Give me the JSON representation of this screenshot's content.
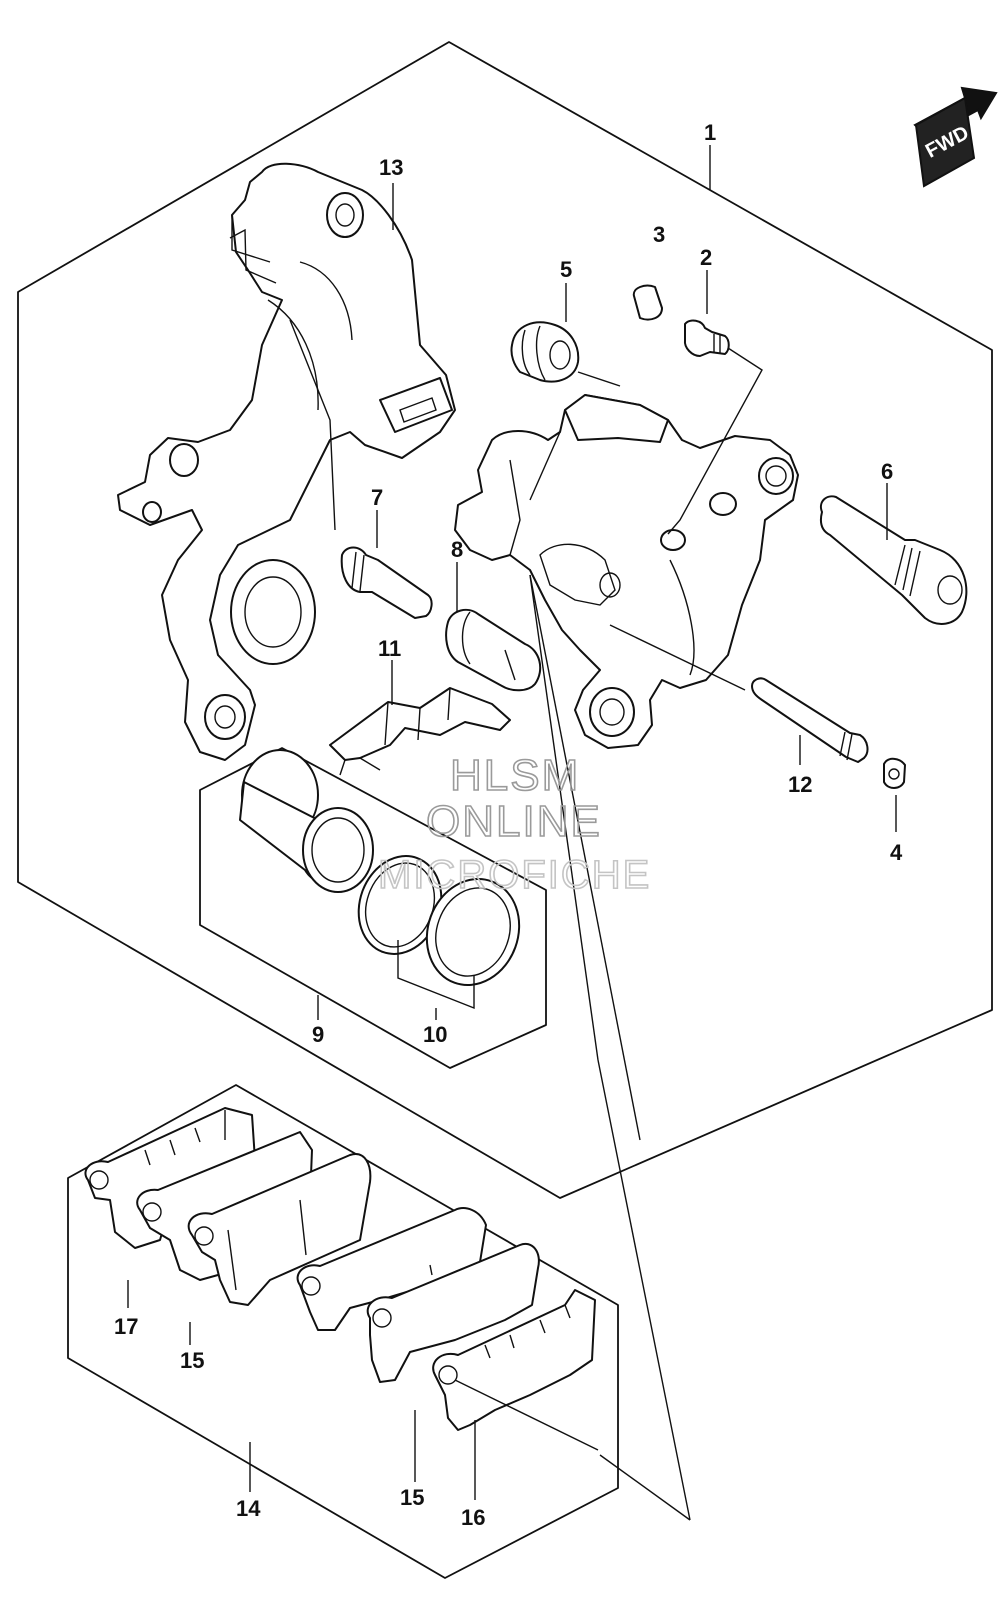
{
  "direction_badge": "FWD",
  "watermark": {
    "line1": "HLSM",
    "line2": "ONLINE",
    "line3": "MICROFICHE"
  },
  "callouts": {
    "c1": "1",
    "c2": "2",
    "c3": "3",
    "c4": "4",
    "c5": "5",
    "c6": "6",
    "c7": "7",
    "c8": "8",
    "c9": "9",
    "c10": "10",
    "c11": "11",
    "c12": "12",
    "c13": "13",
    "c14": "14",
    "c15a": "15",
    "c15b": "15",
    "c16": "16",
    "c17": "17"
  }
}
